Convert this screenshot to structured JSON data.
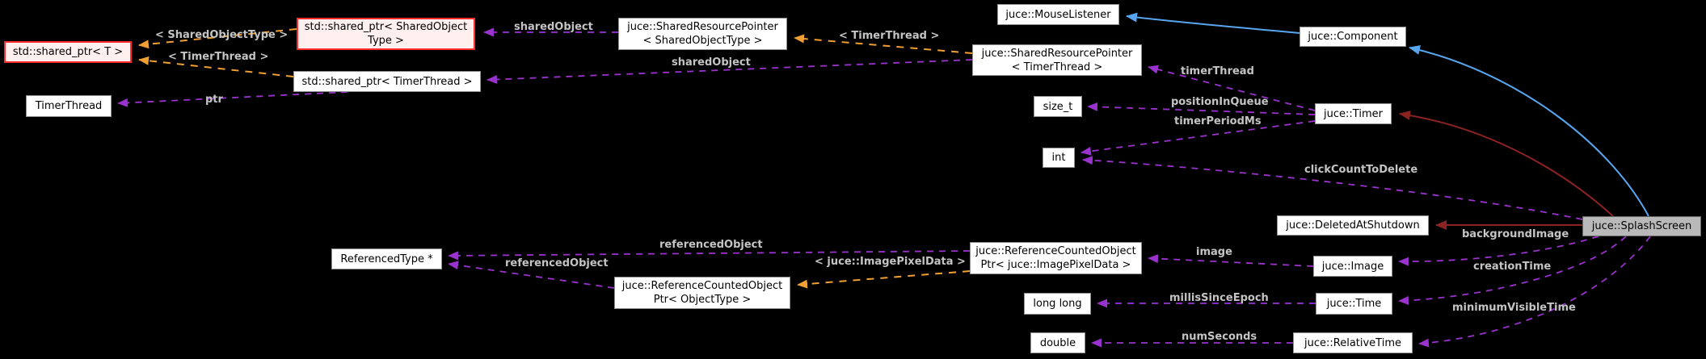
{
  "diagram": {
    "type": "collaboration-graph",
    "background": "#000000",
    "colors": {
      "member_edge": "#9a32cd",
      "template_edge": "#ef9f33",
      "public_inheritance_edge": "#58a6f0",
      "private_inheritance_edge": "#8b2323",
      "edge_label": "#c4c4c4",
      "node_bg": "#ffffff",
      "node_border": "#8f8f8f",
      "highlight_node_bg": "#fff0f0",
      "highlight_node_border": "#ff2a2a",
      "current_node_bg": "#b9b9b9"
    },
    "nodes": [
      {
        "label": "std::shared_ptr< T >"
      },
      {
        "label": "TimerThread"
      },
      {
        "lines": [
          "std::shared_ptr< SharedObject",
          "Type >"
        ]
      },
      {
        "label": "std::shared_ptr< TimerThread >"
      },
      {
        "lines": [
          "juce::SharedResourcePointer",
          "< SharedObjectType >"
        ]
      },
      {
        "label": "juce::MouseListener"
      },
      {
        "lines": [
          "juce::SharedResourcePointer",
          "< TimerThread >"
        ]
      },
      {
        "label": "juce::Component"
      },
      {
        "label": "size_t"
      },
      {
        "label": "int"
      },
      {
        "label": "juce::Timer"
      },
      {
        "label": "juce::DeletedAtShutdown"
      },
      {
        "label": "juce::SplashScreen"
      },
      {
        "label": "ReferencedType *"
      },
      {
        "lines": [
          "juce::ReferenceCountedObject",
          "Ptr< ObjectType >"
        ]
      },
      {
        "lines": [
          "juce::ReferenceCountedObject",
          "Ptr< juce::ImagePixelData >"
        ]
      },
      {
        "label": "juce::Image"
      },
      {
        "label": "long long"
      },
      {
        "label": "juce::Time"
      },
      {
        "label": "double"
      },
      {
        "label": "juce::RelativeTime"
      }
    ],
    "edge_labels": [
      {
        "text": "< SharedObjectType >"
      },
      {
        "text": "< TimerThread >"
      },
      {
        "text": "ptr"
      },
      {
        "text": "sharedObject"
      },
      {
        "text": "sharedObject"
      },
      {
        "text": "< TimerThread >"
      },
      {
        "text": "timerThread"
      },
      {
        "text": "positionInQueue"
      },
      {
        "text": "timerPeriodMs"
      },
      {
        "text": "clickCountToDelete"
      },
      {
        "text": "backgroundImage"
      },
      {
        "text": "referencedObject"
      },
      {
        "text": "referencedObject"
      },
      {
        "text": "< juce::ImagePixelData >"
      },
      {
        "text": "image"
      },
      {
        "text": "creationTime"
      },
      {
        "text": "millisSinceEpoch"
      },
      {
        "text": "minimumVisibleTime"
      },
      {
        "text": "numSeconds"
      }
    ]
  }
}
